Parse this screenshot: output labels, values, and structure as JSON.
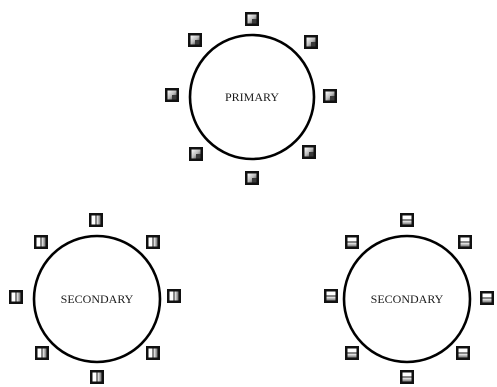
{
  "colors": {
    "outline": "#000000",
    "tile_frame": "#111111",
    "background": "#ffffff"
  },
  "diagram": {
    "groups": [
      {
        "id": "primary",
        "label": "PRIMARY",
        "tile_style": "gradient-quadrant",
        "tile_count": 8
      },
      {
        "id": "secondary-left",
        "label": "SECONDARY",
        "tile_style": "vertical-split",
        "tile_count": 8
      },
      {
        "id": "secondary-right",
        "label": "SECONDARY",
        "tile_style": "horizontal-split",
        "tile_count": 8
      }
    ]
  }
}
